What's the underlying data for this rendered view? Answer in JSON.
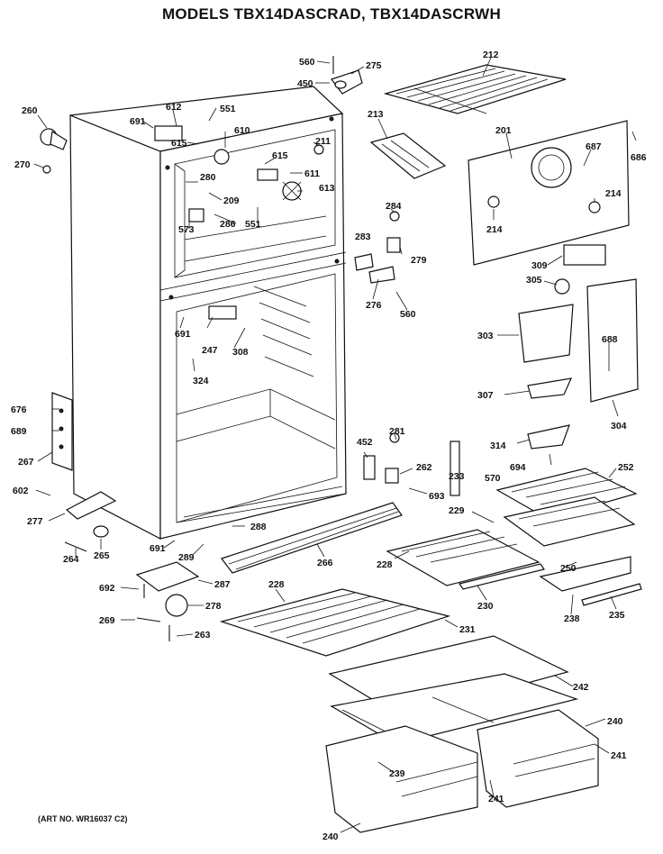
{
  "title": "MODELS TBX14DASCRAD, TBX14DASCRWH",
  "art_number": "(ART NO. WR16037 C2)",
  "part_labels": {
    "p560a": "560",
    "p275": "275",
    "p450": "450",
    "p212": "212",
    "p260": "260",
    "p270": "270",
    "p691a": "691",
    "p612": "612",
    "p551a": "551",
    "p615a": "615",
    "p610": "610",
    "p211": "211",
    "p615b": "615",
    "p611": "611",
    "p213": "213",
    "p201": "201",
    "p687": "687",
    "p686": "686",
    "p280": "280",
    "p209": "209",
    "p613": "613",
    "p573": "573",
    "p286": "286",
    "p551b": "551",
    "p284": "284",
    "p214a": "214",
    "p214b": "214",
    "p283": "283",
    "p279": "279",
    "p276": "276",
    "p560b": "560",
    "p309": "309",
    "p305": "305",
    "p303": "303",
    "p688": "688",
    "p691b": "691",
    "p247": "247",
    "p308": "308",
    "p324": "324",
    "p307": "307",
    "p304": "304",
    "p676": "676",
    "p689": "689",
    "p267": "267",
    "p452": "452",
    "p281": "281",
    "p262": "262",
    "p314": "314",
    "p233": "233",
    "p570": "570",
    "p694": "694",
    "p252": "252",
    "p602": "602",
    "p693": "693",
    "p277": "277",
    "p288": "288",
    "p229": "229",
    "p264": "264",
    "p265": "265",
    "p691c": "691",
    "p289": "289",
    "p266": "266",
    "p228a": "228",
    "p250": "250",
    "p692": "692",
    "p287": "287",
    "p230": "230",
    "p278": "278",
    "p228b": "228",
    "p238": "238",
    "p235": "235",
    "p269": "269",
    "p263": "263",
    "p231": "231",
    "p242": "242",
    "p240a": "240",
    "p241a": "241",
    "p239": "239",
    "p241b": "241",
    "p240b": "240"
  }
}
